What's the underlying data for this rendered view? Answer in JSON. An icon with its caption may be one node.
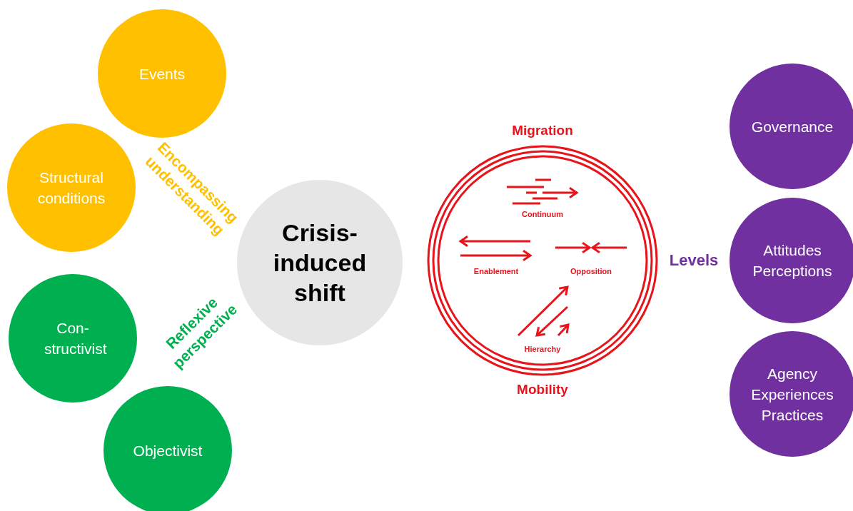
{
  "diagram": {
    "nodes": [
      {
        "text": [
          "Events"
        ]
      },
      {
        "text": [
          "Structural conditions"
        ]
      },
      {
        "text": [
          "Con- structivist"
        ]
      },
      {
        "text": [
          "Objectivist"
        ]
      },
      {
        "text": [
          "Crisis- induced shift"
        ]
      },
      {
        "text": [
          "Migration",
          "Continuum",
          "Enablement",
          "Opposition",
          "Hierarchy",
          "Mobility"
        ]
      },
      {
        "text": [
          "Governance"
        ]
      },
      {
        "text": [
          "Attitudes Perceptions"
        ]
      },
      {
        "text": [
          "Agency Experiences Practices"
        ]
      }
    ],
    "edges": [],
    "labels": [
      "Encompassing understanding",
      "Reflexive perspective",
      "Levels"
    ]
  }
}
